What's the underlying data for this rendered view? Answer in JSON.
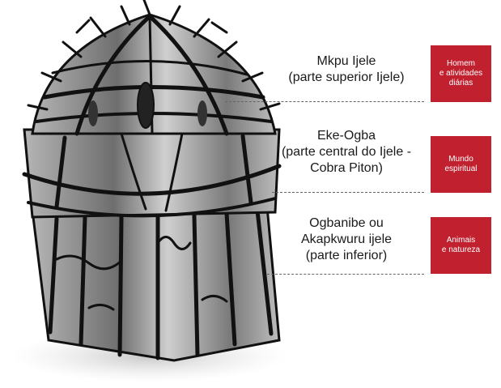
{
  "sections": [
    {
      "label_lines": [
        "Mkpu Ijele",
        "(parte superior Ijele)"
      ],
      "badge_lines": [
        "Homem",
        "e atividades",
        "diárias"
      ]
    },
    {
      "label_lines": [
        "Eke-Ogba",
        "(parte central do Ijele -",
        "Cobra Piton)"
      ],
      "badge_lines": [
        "Mundo",
        "espiritual"
      ]
    },
    {
      "label_lines": [
        "Ogbanibe ou",
        "Akapkwuru ijele",
        "(parte inferior)"
      ],
      "badge_lines": [
        "Animais",
        "e natureza"
      ]
    }
  ],
  "colors": {
    "badge": "#c1202f",
    "ink": "#1a1a1a",
    "dash": "#666666"
  },
  "illustration": "ijele-mask-sketch"
}
